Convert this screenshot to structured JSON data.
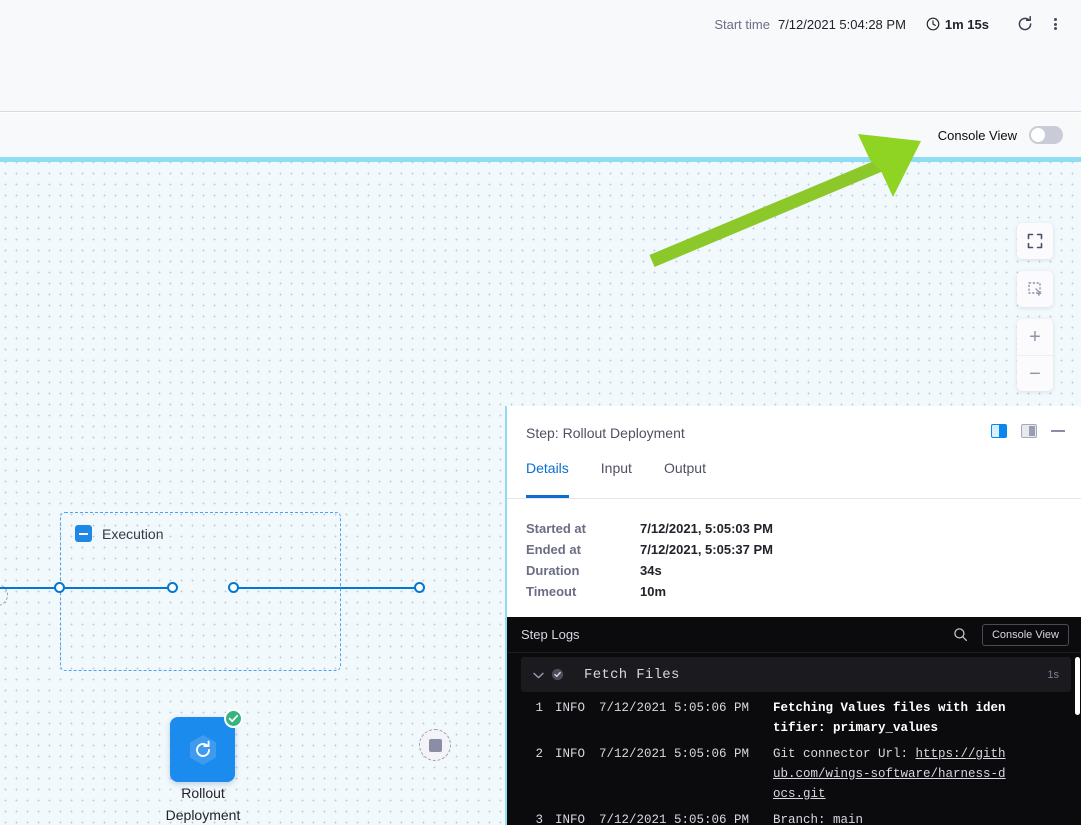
{
  "header": {
    "start_time_label": "Start time",
    "start_time_value": "7/12/2021 5:04:28 PM",
    "duration": "1m 15s",
    "refresh_icon": "refresh-icon",
    "menu_icon": "kebab-menu-icon",
    "clock_icon": "clock-icon"
  },
  "console_view_bar": {
    "label": "Console View",
    "toggle_state": "off"
  },
  "canvas": {
    "controls": [
      {
        "name": "fullscreen-button",
        "icon": "fullscreen-icon"
      },
      {
        "name": "select-area-button",
        "icon": "selection-box-icon"
      },
      {
        "name": "zoom-in-button",
        "icon": "plus-icon",
        "glyph": "+"
      },
      {
        "name": "zoom-out-button",
        "icon": "minus-icon",
        "glyph": "−"
      }
    ],
    "annotation": {
      "type": "arrow",
      "color": "#7ed321",
      "points_to": "console-view-toggle"
    }
  },
  "graph": {
    "group_title": "Execution",
    "node": {
      "label_line1": "Rollout",
      "label_line2": "Deployment",
      "icon": "rollout-refresh-icon",
      "status": "success",
      "status_icon": "check-circle-icon",
      "color": "#1b8bee",
      "status_color": "#36b37e"
    },
    "end_node_icon": "stop-square-icon"
  },
  "step_panel": {
    "title": "Step: Rollout Deployment",
    "layout_icons": [
      {
        "name": "split-right-layout-icon",
        "state": "active"
      },
      {
        "name": "split-panel-layout-icon",
        "state": "inactive"
      }
    ],
    "minimize_icon": "minimize-icon",
    "tabs": [
      {
        "label": "Details",
        "active": true
      },
      {
        "label": "Input",
        "active": false
      },
      {
        "label": "Output",
        "active": false
      }
    ],
    "details": [
      {
        "key": "Started at",
        "value": "7/12/2021, 5:05:03 PM"
      },
      {
        "key": "Ended at",
        "value": "7/12/2021, 5:05:37 PM"
      },
      {
        "key": "Duration",
        "value": "34s"
      },
      {
        "key": "Timeout",
        "value": "10m"
      }
    ]
  },
  "logs": {
    "title": "Step Logs",
    "search_icon": "search-icon",
    "console_button": "Console View",
    "group": {
      "name": "Fetch Files",
      "duration": "1s",
      "status_icon": "check-circle-icon",
      "chevron": "chevron-down-icon"
    },
    "lines": [
      {
        "num": "1",
        "level": "INFO",
        "timestamp": "7/12/2021 5:05:06 PM",
        "message": "Fetching Values files with identifier: primary_values",
        "bold": true
      },
      {
        "num": "2",
        "level": "INFO",
        "timestamp": "7/12/2021 5:05:06 PM",
        "message_prefix": "Git connector Url: ",
        "link": "https://github.com/wings-software/harness-docs.git",
        "bold": false
      },
      {
        "num": "3",
        "level": "INFO",
        "timestamp": "7/12/2021 5:05:06 PM",
        "message": "Branch: main",
        "bold": false
      }
    ]
  }
}
